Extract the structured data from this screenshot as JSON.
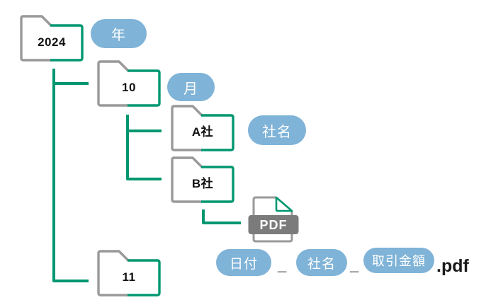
{
  "colors": {
    "accent_green": "#009770",
    "outline_gray": "#999999",
    "badge_blue": "#7FB3D7",
    "pdf_band_gray": "#7B7B7B",
    "text_dark": "#1A1A1A"
  },
  "folders": {
    "year": {
      "label": "2024"
    },
    "month10": {
      "label": "10"
    },
    "companyA": {
      "label": "A社"
    },
    "companyB": {
      "label": "B社"
    },
    "month11": {
      "label": "11"
    }
  },
  "badges": {
    "year": "年",
    "month": "月",
    "company": "社名"
  },
  "pdf_icon": {
    "label": "PDF"
  },
  "filename_pattern": {
    "date": "日付",
    "separator1": "_",
    "company": "社名",
    "separator2": "_",
    "amount": "取引金額",
    "extension": ".pdf"
  }
}
